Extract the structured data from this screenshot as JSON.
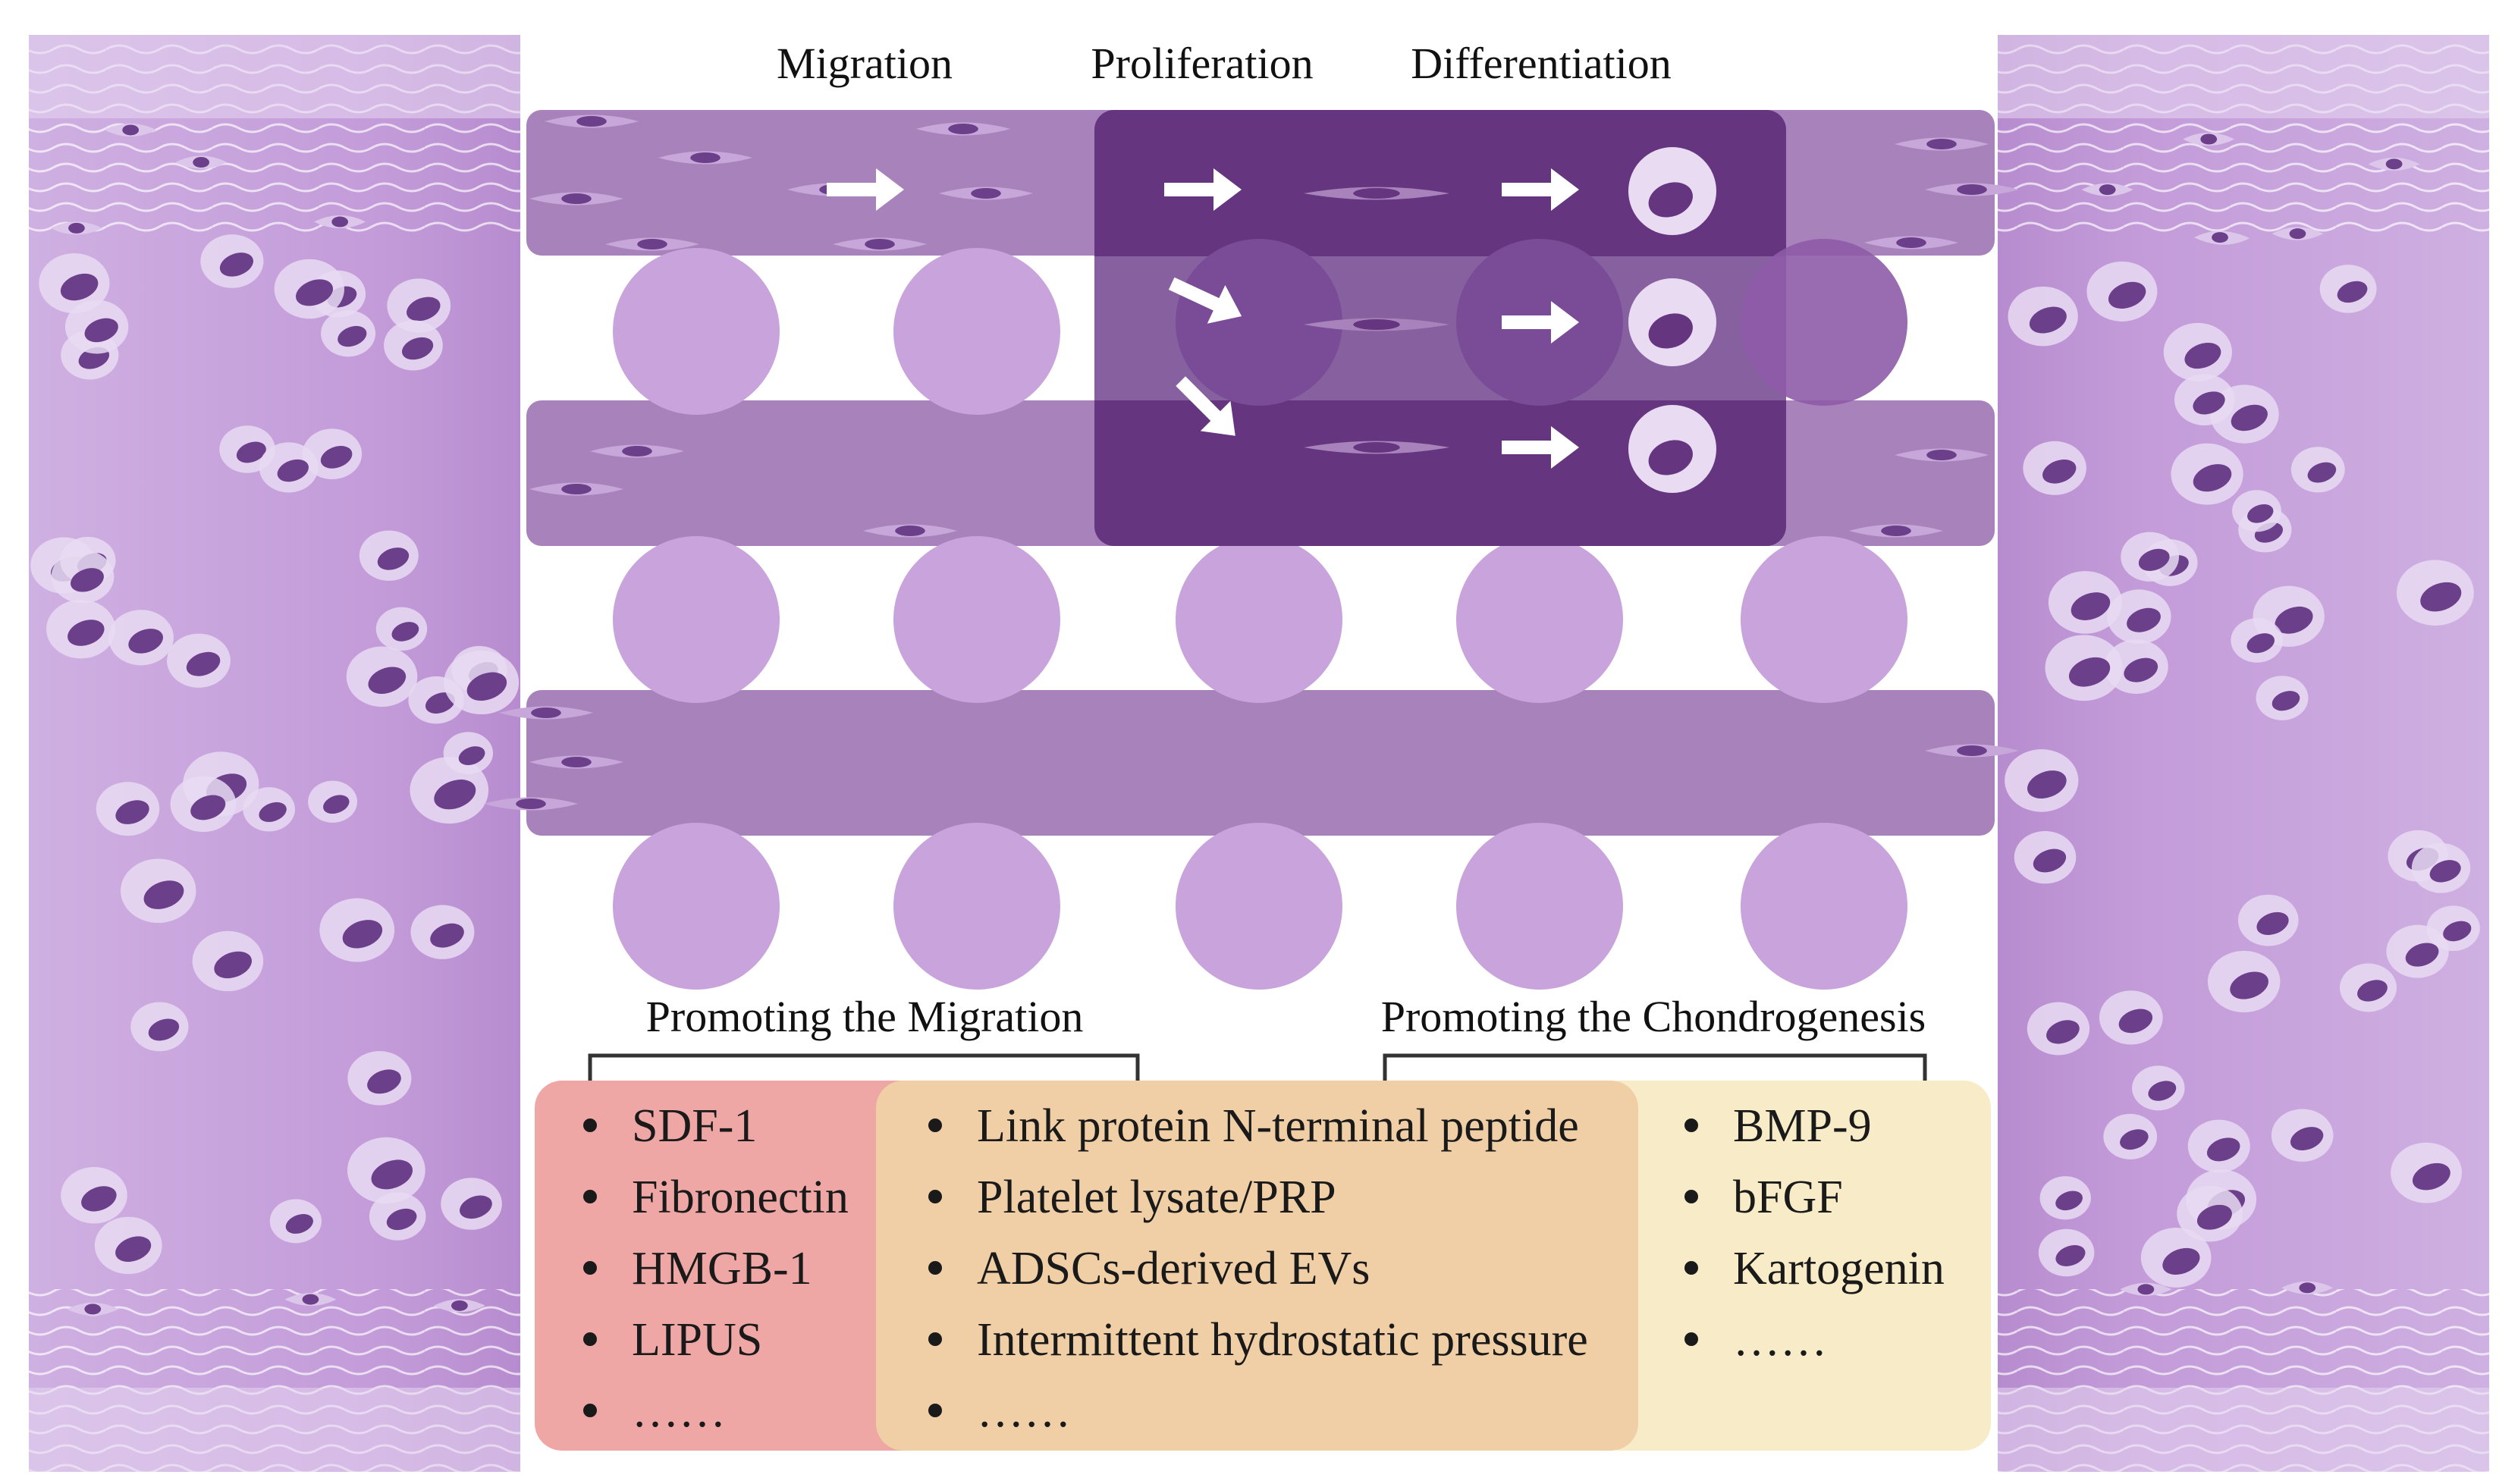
{
  "stage_labels": {
    "migration": "Migration",
    "proliferation": "Proliferation",
    "differentiation": "Differentiation"
  },
  "group_labels": {
    "migration": "Promoting the Migration",
    "chondrogenesis": "Promoting the Chondrogenesis"
  },
  "lists": {
    "migration_only": [
      "SDF-1",
      "Fibronectin",
      "HMGB-1",
      "LIPUS",
      "……"
    ],
    "both": [
      "Link protein N-terminal peptide",
      "Platelet lysate/PRP",
      "ADSCs-derived EVs",
      "Intermittent hydrostatic pressure",
      "……"
    ],
    "chondrogenesis_only": [
      "BMP-9",
      "bFGF",
      "Kartogenin",
      "……"
    ]
  },
  "colors": {
    "cartilage": "#c9a8dd",
    "cartilage_light": "#dcc7ea",
    "cell_nucleus": "#6b3f8a",
    "band": "#a883bb",
    "highlight": "#65357f",
    "circle": "#c8a3dc",
    "migration_box": "#eea7a4",
    "both_box": "#f0cfa6",
    "chondro_box": "#f7ecc7",
    "bracket": "#333333"
  },
  "icons": [
    "arrow-icon",
    "spindle-cell-icon",
    "chondrocyte-icon"
  ]
}
